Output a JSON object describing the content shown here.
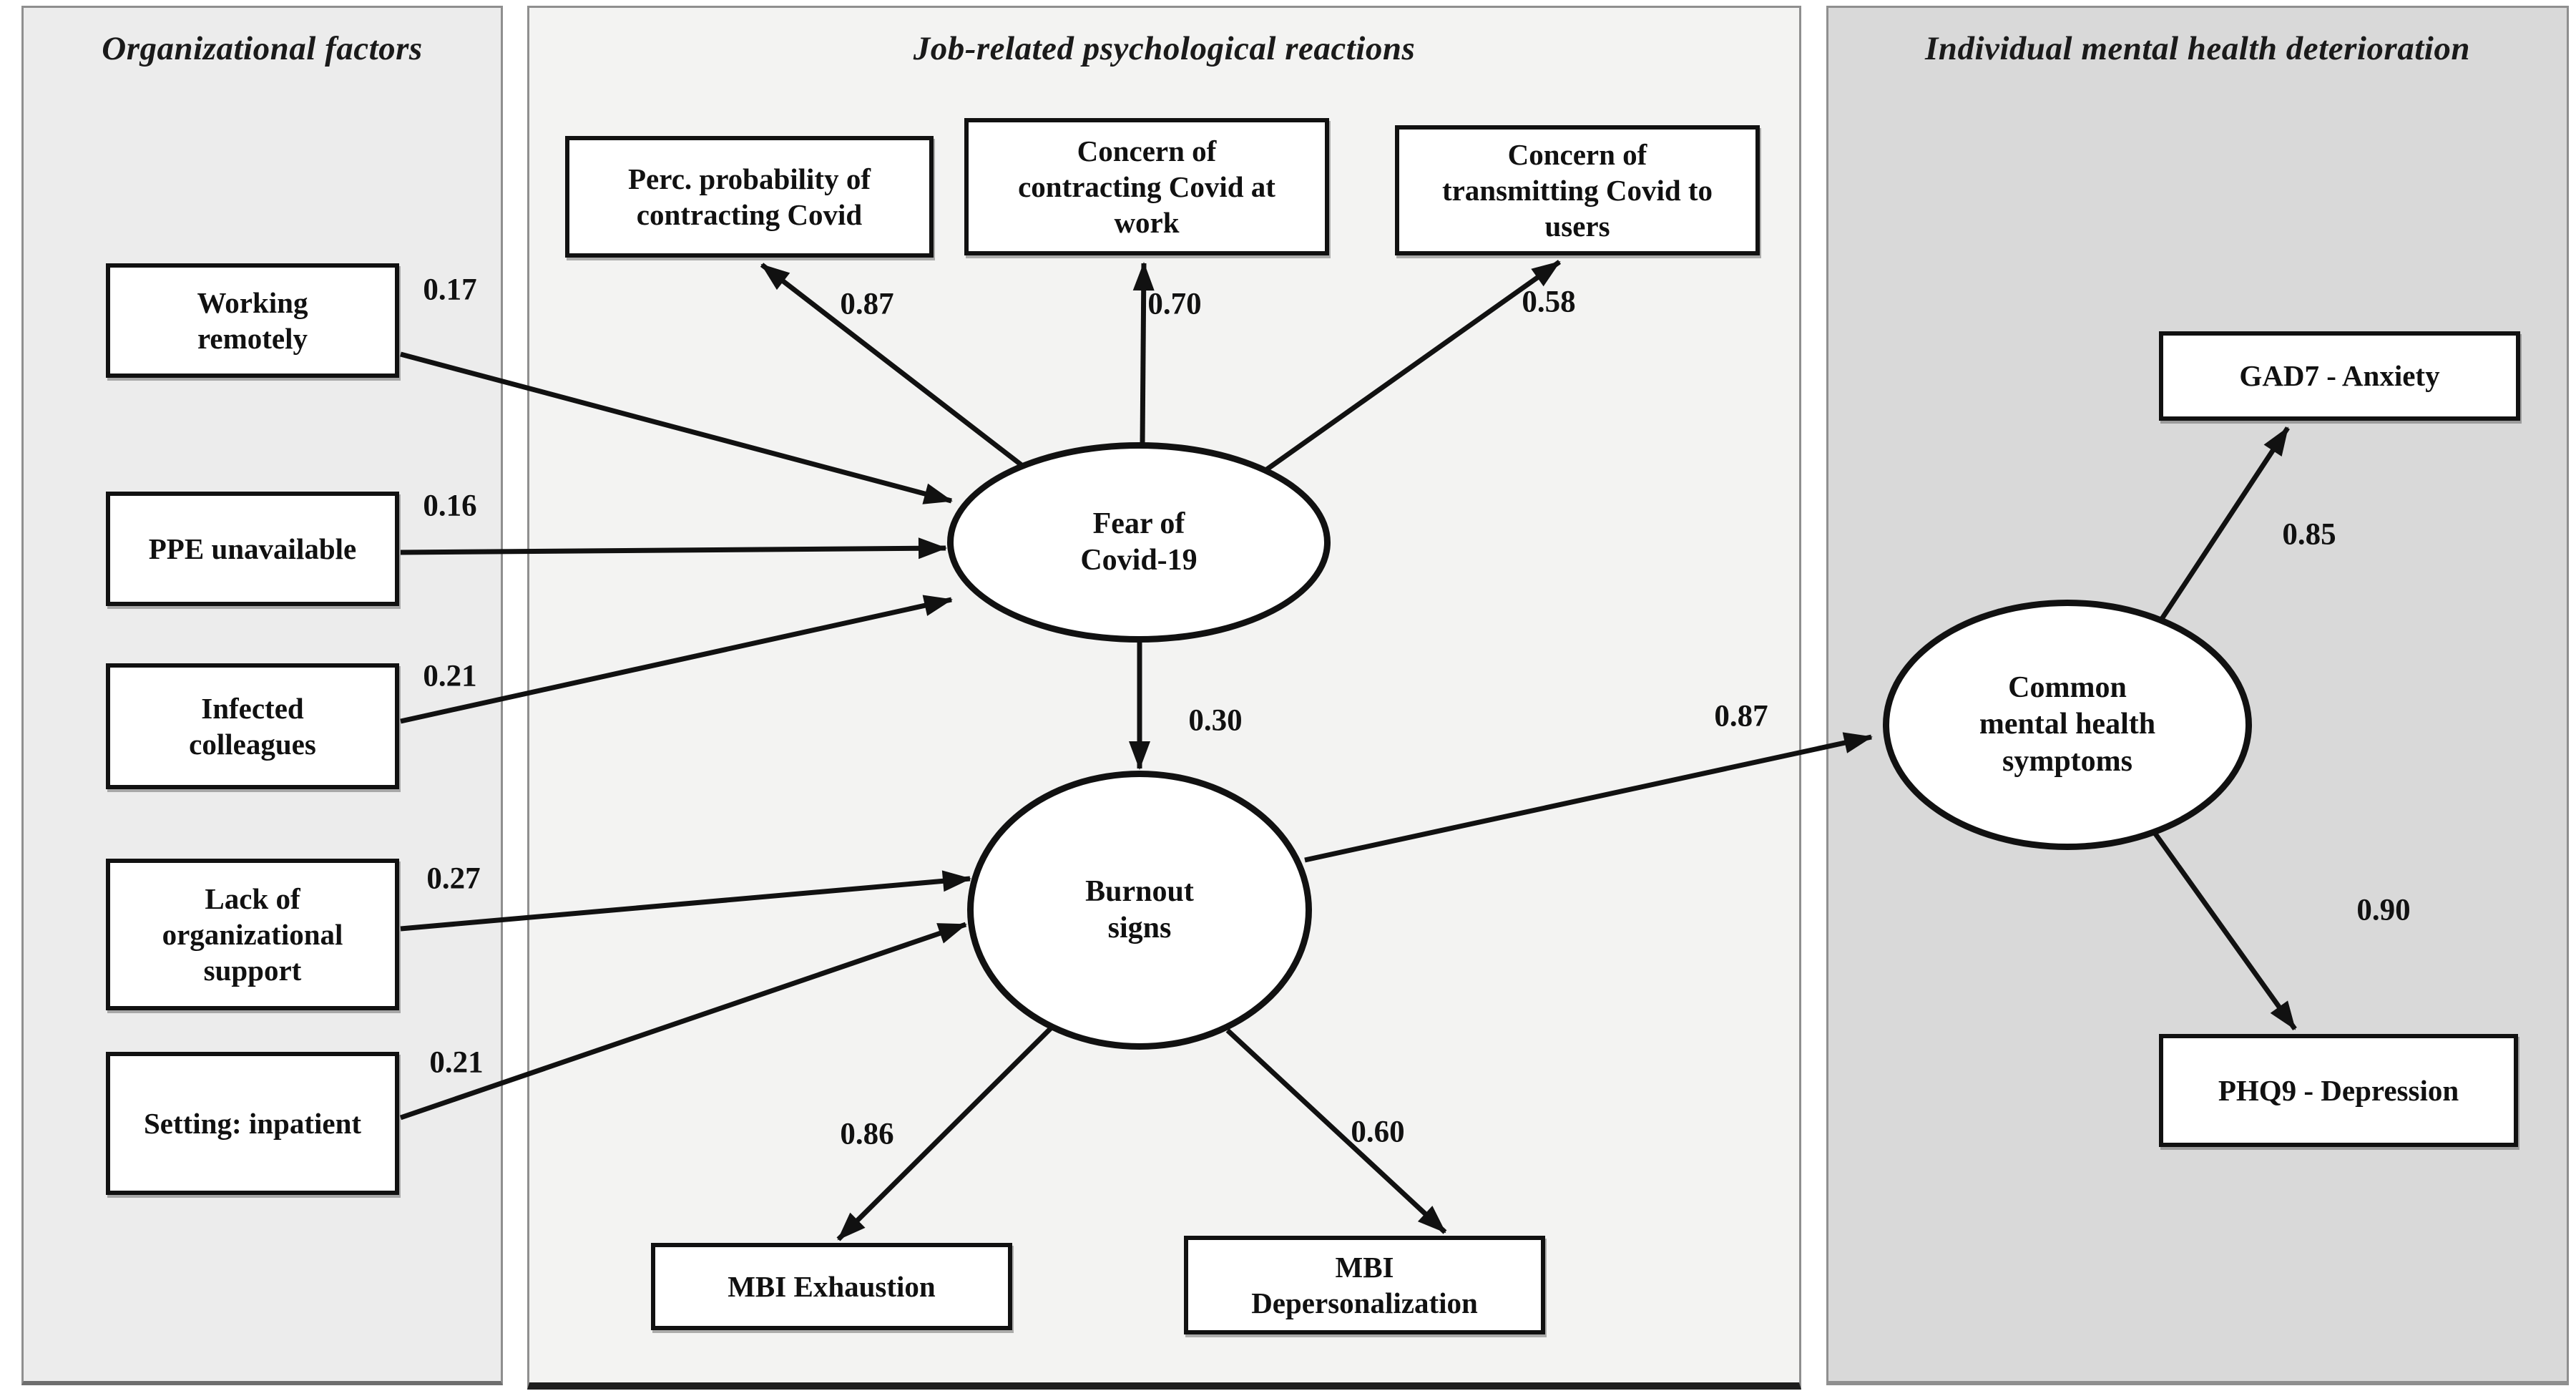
{
  "panels": {
    "organizational": {
      "title": "Organizational factors"
    },
    "job": {
      "title": "Job-related psychological reactions"
    },
    "individual": {
      "title": "Individual mental health deterioration"
    }
  },
  "nodes": {
    "working_remotely": {
      "label": "Working\nremotely",
      "type": "observed-predictor"
    },
    "ppe_unavailable": {
      "label": "PPE unavailable",
      "type": "observed-predictor"
    },
    "infected_colleagues": {
      "label": "Infected\ncolleagues",
      "type": "observed-predictor"
    },
    "lack_org_support": {
      "label": "Lack of\norganizational\nsupport",
      "type": "observed-predictor"
    },
    "setting_inpatient": {
      "label": "Setting: inpatient",
      "type": "observed-predictor"
    },
    "perc_probability": {
      "label": "Perc. probability of\ncontracting Covid",
      "type": "indicator"
    },
    "concern_contracting_work": {
      "label": "Concern of\ncontracting Covid at\nwork",
      "type": "indicator"
    },
    "concern_transmitting_users": {
      "label": "Concern of\ntransmitting Covid to\nusers",
      "type": "indicator"
    },
    "fear_covid": {
      "label": "Fear of\nCovid-19",
      "type": "latent"
    },
    "burnout_signs": {
      "label": "Burnout\nsigns",
      "type": "latent"
    },
    "mbi_exhaustion": {
      "label": "MBI Exhaustion",
      "type": "indicator"
    },
    "mbi_depersonalization": {
      "label": "MBI\nDepersonalization",
      "type": "indicator"
    },
    "common_mental_health": {
      "label": "Common\nmental health\nsymptoms",
      "type": "latent"
    },
    "gad7_anxiety": {
      "label": "GAD7 - Anxiety",
      "type": "indicator"
    },
    "phq9_depression": {
      "label": "PHQ9 - Depression",
      "type": "indicator"
    }
  },
  "coefficients": {
    "working_to_fear": "0.17",
    "ppe_to_fear": "0.16",
    "infected_to_fear": "0.21",
    "lack_to_burnout": "0.27",
    "setting_to_burnout": "0.21",
    "fear_to_perc": "0.87",
    "fear_to_concern_work": "0.70",
    "fear_to_concern_users": "0.58",
    "fear_to_burnout": "0.30",
    "burnout_to_exhaustion": "0.86",
    "burnout_to_depersonalization": "0.60",
    "burnout_to_common": "0.87",
    "common_to_gad7": "0.85",
    "common_to_phq9": "0.90"
  }
}
